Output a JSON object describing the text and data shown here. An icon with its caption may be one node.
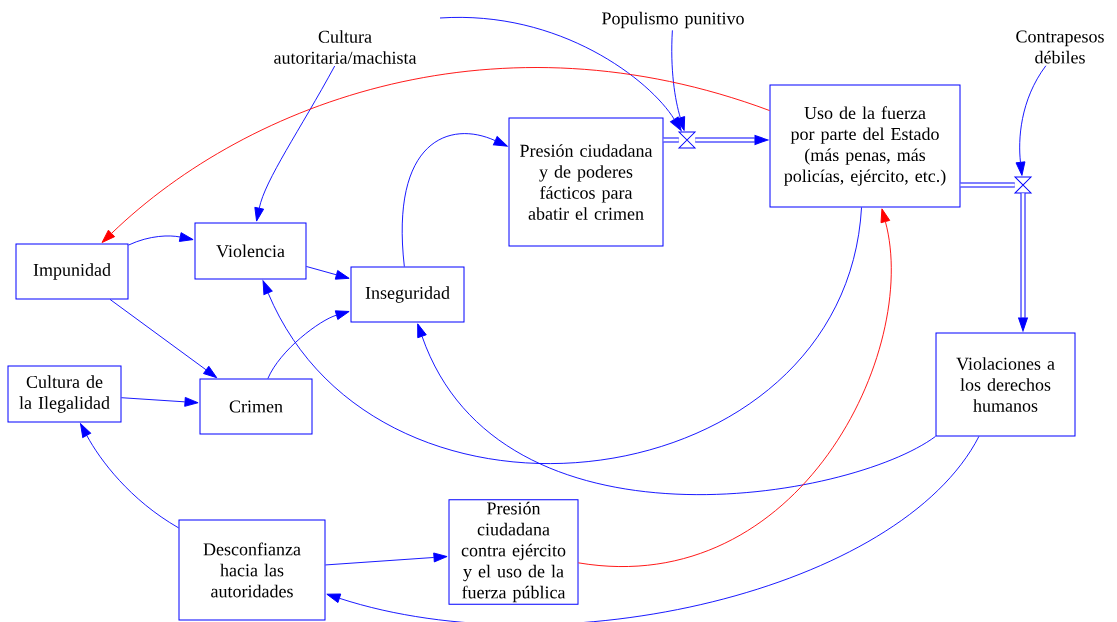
{
  "diagram": {
    "nodes": [
      {
        "text": [
          "Cultura autoritaria/machista"
        ]
      },
      {
        "text": [
          "Populismo punitivo"
        ]
      },
      {
        "text": [
          "Contrapesos débiles"
        ]
      },
      {
        "text": [
          "Uso de la fuerza por parte del Estado (más penas, más policías, ejército, etc.)"
        ]
      },
      {
        "text": [
          "Presión ciudadana y de poderes fácticos para abatir el crimen"
        ]
      },
      {
        "text": [
          "Impunidad"
        ]
      },
      {
        "text": [
          "Violencia"
        ]
      },
      {
        "text": [
          "Inseguridad"
        ]
      },
      {
        "text": [
          "Cultura de la Ilegalidad"
        ]
      },
      {
        "text": [
          "Crimen"
        ]
      },
      {
        "text": [
          "Violaciones a los derechos humanos"
        ]
      },
      {
        "text": [
          "Desconfianza hacia las autoridades"
        ]
      },
      {
        "text": [
          "Presión ciudadana contra ejército y el uso de la fuerza pública"
        ]
      },
      {
        "text": [],
        "shape": "valve"
      },
      {
        "text": [],
        "shape": "valve"
      }
    ],
    "edges": [
      {
        "from": 0,
        "to": 6,
        "arrow": "to"
      },
      {
        "from": null,
        "to": 13,
        "arrow": "to"
      },
      {
        "from": 1,
        "to": 13,
        "arrow": "to"
      },
      {
        "from": 2,
        "to": 14,
        "arrow": "to"
      },
      {
        "from": 3,
        "to": 5,
        "arrow": "to",
        "color": "#ff0000"
      },
      {
        "from": 5,
        "to": 6,
        "arrow": "to"
      },
      {
        "from": 5,
        "to": 9,
        "arrow": "to"
      },
      {
        "from": 6,
        "to": 7,
        "arrow": "to"
      },
      {
        "from": 9,
        "to": 7,
        "arrow": "to"
      },
      {
        "from": 7,
        "to": 4,
        "arrow": "to"
      },
      {
        "from": 8,
        "to": 9,
        "arrow": "to"
      },
      {
        "from": 3,
        "to": 6,
        "arrow": "to"
      },
      {
        "from": 10,
        "to": 7,
        "arrow": "to"
      },
      {
        "from": 10,
        "to": 11,
        "arrow": "to"
      },
      {
        "from": 11,
        "to": 8,
        "arrow": "to"
      },
      {
        "from": 11,
        "to": 12,
        "arrow": "to"
      },
      {
        "from": 12,
        "to": 3,
        "arrow": "to",
        "color": "#ff0000"
      },
      {
        "from": 4,
        "to": 13,
        "arrow": "none",
        "style": "thick"
      },
      {
        "from": 13,
        "to": 3,
        "arrow": "to",
        "style": "thick"
      },
      {
        "from": 3,
        "to": 14,
        "arrow": "none",
        "style": "thick"
      },
      {
        "from": 14,
        "to": 10,
        "arrow": "to",
        "style": "thick"
      }
    ]
  }
}
